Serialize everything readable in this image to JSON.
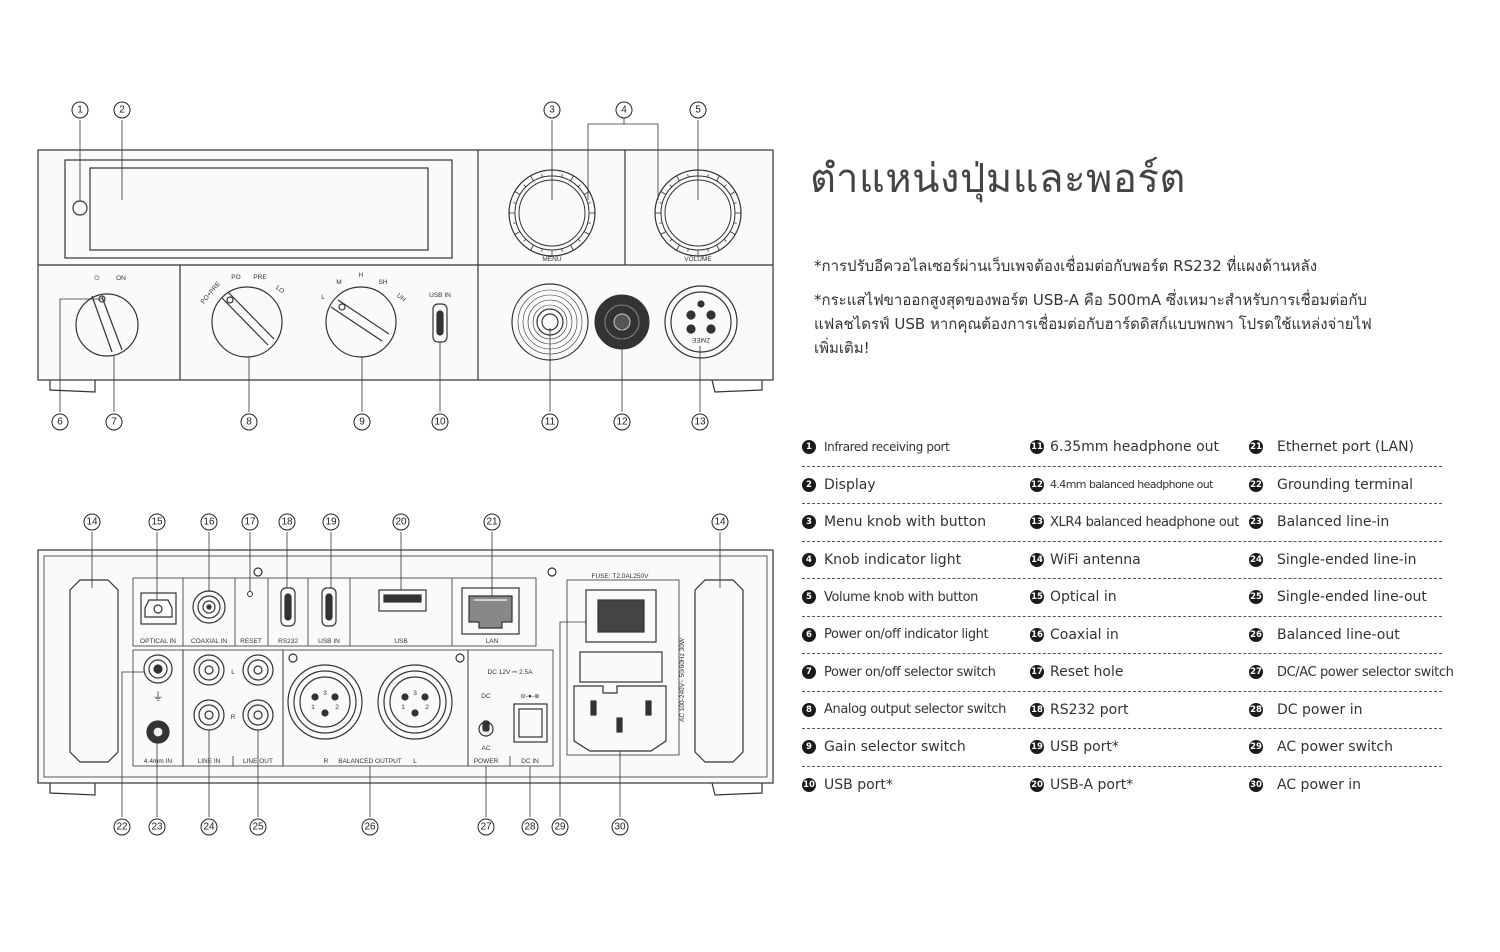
{
  "title": "ตำแหน่งปุ่มและพอร์ต",
  "notes": [
    "*การปรับอีควอไลเซอร์ผ่านเว็บเพจต้องเชื่อมต่อกับพอร์ต RS232 ที่แผงด้านหลัง",
    "*กระแสไฟขาออกสูงสุดของพอร์ต USB-A คือ 500mA ซึ่งเหมาะสำหรับการเชื่อมต่อกับแฟลชไดรฟ์ USB หากคุณต้องการเชื่อมต่อกับฮาร์ดดิสก์แบบพกพา โปรดใช้แหล่งจ่ายไฟเพิ่มเติม!"
  ],
  "legend": [
    {
      "n": "1",
      "label": "Infrared receiving port"
    },
    {
      "n": "2",
      "label": "Display"
    },
    {
      "n": "3",
      "label": "Menu knob with button"
    },
    {
      "n": "4",
      "label": "Knob indicator light"
    },
    {
      "n": "5",
      "label": "Volume knob with button"
    },
    {
      "n": "6",
      "label": "Power on/off indicator light"
    },
    {
      "n": "7",
      "label": "Power on/off selector switch"
    },
    {
      "n": "8",
      "label": "Analog output selector switch"
    },
    {
      "n": "9",
      "label": "Gain selector switch"
    },
    {
      "n": "10",
      "label": "USB port*"
    },
    {
      "n": "11",
      "label": "6.35mm headphone out"
    },
    {
      "n": "12",
      "label": "4.4mm balanced headphone out"
    },
    {
      "n": "13",
      "label": "XLR4 balanced headphone out"
    },
    {
      "n": "14",
      "label": "WiFi antenna"
    },
    {
      "n": "15",
      "label": "Optical in"
    },
    {
      "n": "16",
      "label": "Coaxial in"
    },
    {
      "n": "17",
      "label": "Reset hole"
    },
    {
      "n": "18",
      "label": "RS232 port"
    },
    {
      "n": "19",
      "label": "USB port*"
    },
    {
      "n": "20",
      "label": "USB-A port*"
    },
    {
      "n": "21",
      "label": "Ethernet port (LAN)"
    },
    {
      "n": "22",
      "label": "Grounding terminal"
    },
    {
      "n": "23",
      "label": "Balanced line-in"
    },
    {
      "n": "24",
      "label": "Single-ended line-in"
    },
    {
      "n": "25",
      "label": "Single-ended line-out"
    },
    {
      "n": "26",
      "label": "Balanced line-out"
    },
    {
      "n": "27",
      "label": "DC/AC power selector switch"
    },
    {
      "n": "28",
      "label": "DC power in"
    },
    {
      "n": "29",
      "label": "AC power switch"
    },
    {
      "n": "30",
      "label": "AC power in"
    }
  ],
  "front_panel": {
    "menu_label": "MENU",
    "volume_label": "VOLUME",
    "power_off_symbol": "⏻",
    "power_on": "ON",
    "analog_positions": [
      "PO+PRE",
      "PO",
      "PRE",
      "LO"
    ],
    "gain_positions": [
      "L",
      "M",
      "H",
      "SH",
      "UH"
    ],
    "usb_in": "USB IN",
    "xlr_logo": "ZMEE"
  },
  "rear_panel": {
    "labels": {
      "optical_in": "OPTICAL IN",
      "coaxial_in": "COAXIAL IN",
      "reset": "RESET",
      "rs232": "RS232",
      "usb_in": "USB IN",
      "usb": "USB",
      "lan": "LAN",
      "fuse": "FUSE: T2.0AL250V",
      "in_44": "4.4mm IN",
      "line_in": "LINE IN",
      "line_out": "LINE OUT",
      "balanced_output": "BALANCED OUTPUT",
      "power": "POWER",
      "dc_in": "DC IN",
      "dc_spec": "DC 12V ⎓ 2.5A",
      "dc": "DC",
      "ac": "AC",
      "ac_spec": "AC 100-240V~  50/60Hz  30W",
      "left": "L",
      "right": "R",
      "xlr_pins": [
        "1",
        "3",
        "2"
      ]
    }
  }
}
